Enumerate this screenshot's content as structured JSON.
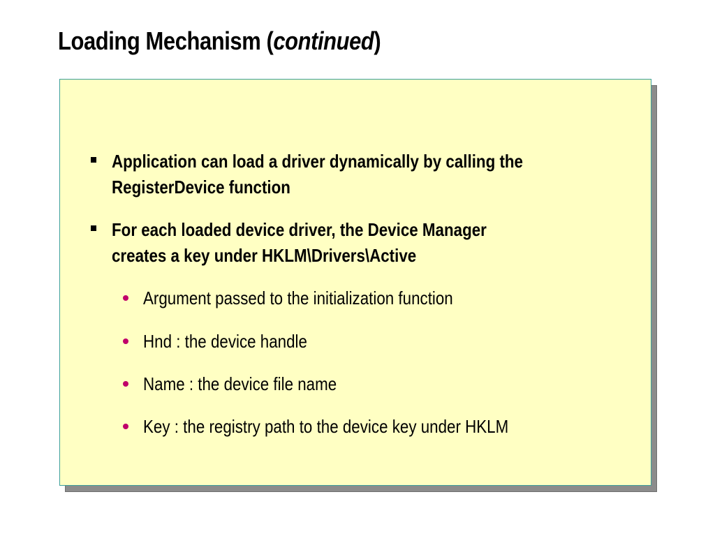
{
  "slide": {
    "title_main": "Loading Mechanism (",
    "title_italic": "continued",
    "title_end": ")",
    "bullets": [
      {
        "lines": [
          "Application can load a driver dynamically by calling the",
          "RegisterDevice function"
        ]
      },
      {
        "lines": [
          "For each loaded device driver, the Device Manager",
          "creates a key under HKLM\\Drivers\\Active"
        ]
      }
    ],
    "sub_bullets": [
      "Argument passed to the initialization function",
      "Hnd : the device handle",
      "Name : the device file name",
      "Key : the registry path to the device key under HKLM"
    ]
  },
  "colors": {
    "box_fill": "#ffffc3",
    "box_border": "#3d9f9a",
    "shadow": "#8c8c8c",
    "sub_bullet": "#c0006a"
  },
  "icons": {
    "level1_bullet": "square-bullet-icon",
    "level2_bullet": "dot-bullet-icon"
  }
}
